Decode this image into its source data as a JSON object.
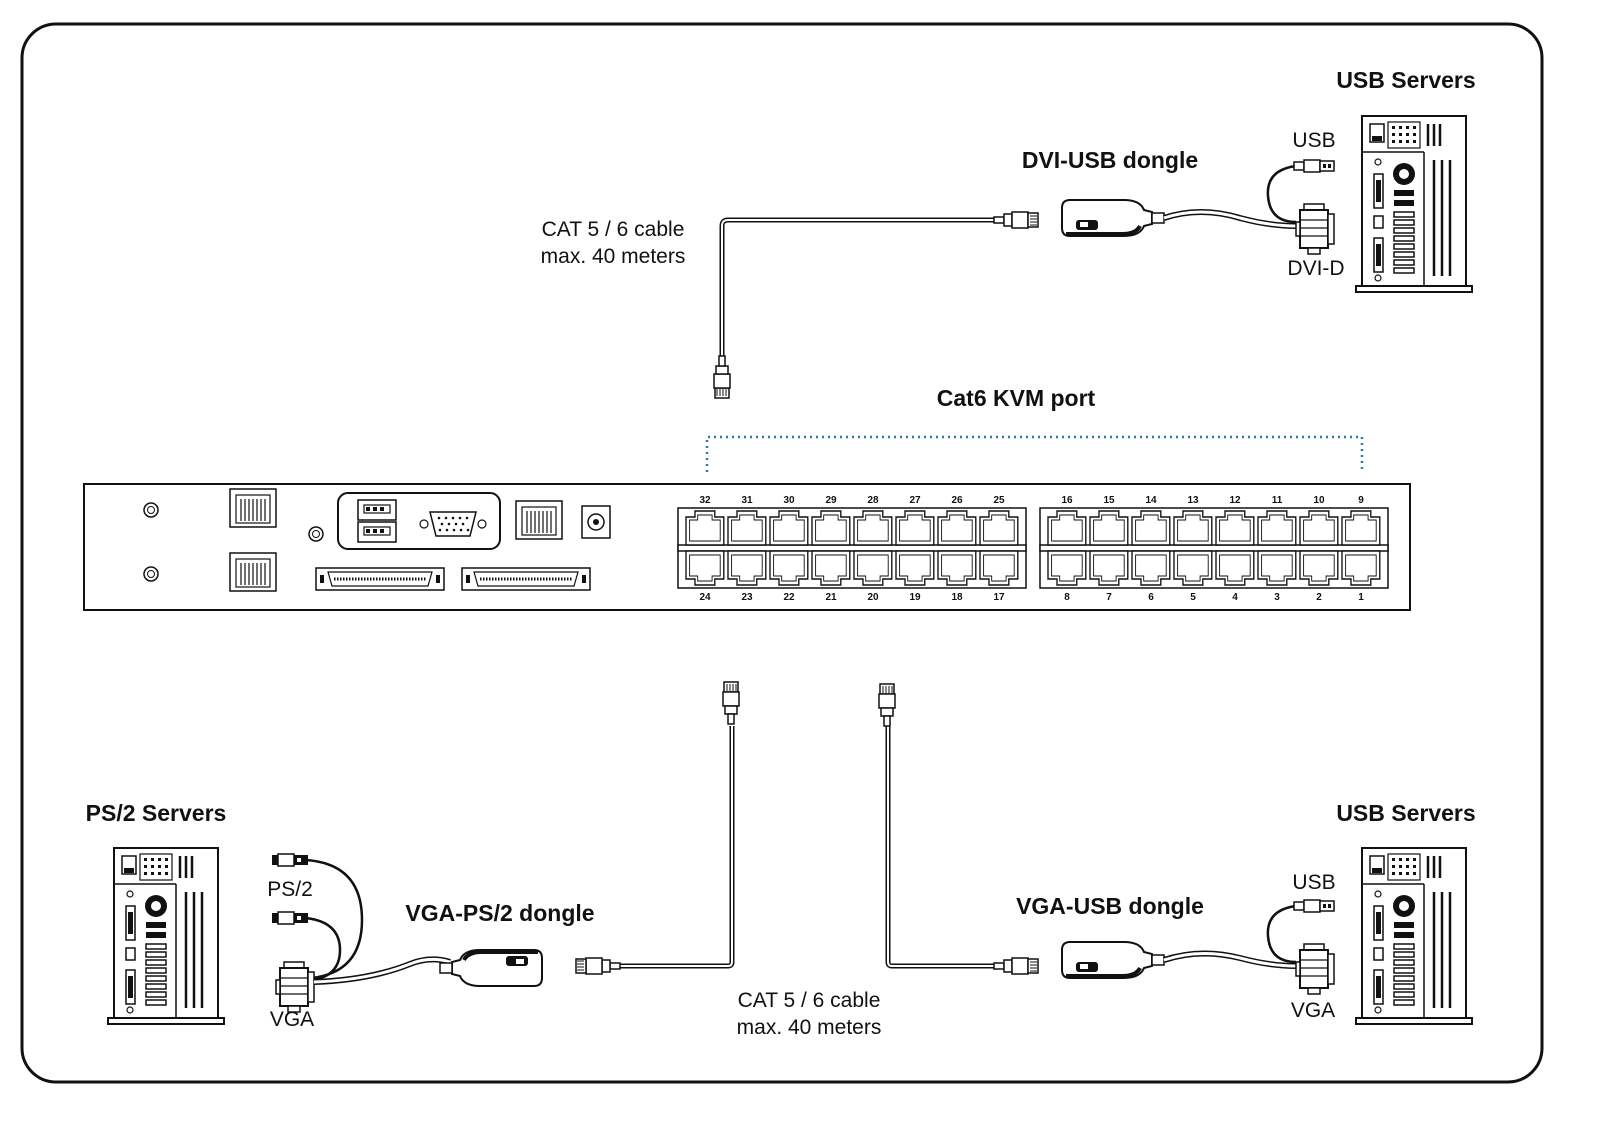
{
  "labels": {
    "usb_servers_top": "USB Servers",
    "dvi_usb_dongle": "DVI-USB dongle",
    "usb_top": "USB",
    "dvi_d": "DVI-D",
    "cable_top_line1": "CAT 5 / 6 cable",
    "cable_top_line2": "max. 40 meters",
    "cat6_kvm_port": "Cat6 KVM port",
    "ps2_servers": "PS/2 Servers",
    "ps2": "PS/2",
    "vga_left": "VGA",
    "vga_ps2_dongle": "VGA-PS/2 dongle",
    "cable_bottom_line1": "CAT 5 / 6 cable",
    "cable_bottom_line2": "max. 40 meters",
    "vga_usb_dongle": "VGA-USB dongle",
    "usb_servers_bottom": "USB Servers",
    "usb_bottom": "USB",
    "vga_right": "VGA"
  },
  "ports": {
    "top_left": [
      "32",
      "31",
      "30",
      "29",
      "28",
      "27",
      "26",
      "25"
    ],
    "top_right": [
      "16",
      "15",
      "14",
      "13",
      "12",
      "11",
      "10",
      "9"
    ],
    "bottom_left": [
      "24",
      "23",
      "22",
      "21",
      "20",
      "19",
      "18",
      "17"
    ],
    "bottom_right": [
      "8",
      "7",
      "6",
      "5",
      "4",
      "3",
      "2",
      "1"
    ]
  },
  "colors": {
    "line": "#111111",
    "dotted": "#1f7fa8"
  }
}
